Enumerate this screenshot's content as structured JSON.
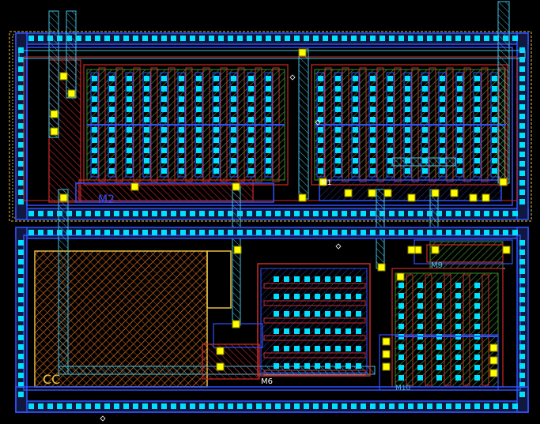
{
  "cell_labels": {
    "m2": "M2",
    "m9": "M9",
    "m6": "M6",
    "cc": "CC",
    "m1": "M1",
    "m10": "M10"
  },
  "layer_colors": {
    "background": "#000000",
    "nwell": "#e8c040",
    "active": "#3a8a2a",
    "poly": "#cc2a2a",
    "metal1": "#3050ff",
    "metal2": "#40c0e0",
    "contact": "#00e0ff",
    "via": "#ffff00",
    "cap": "#e87a20"
  }
}
